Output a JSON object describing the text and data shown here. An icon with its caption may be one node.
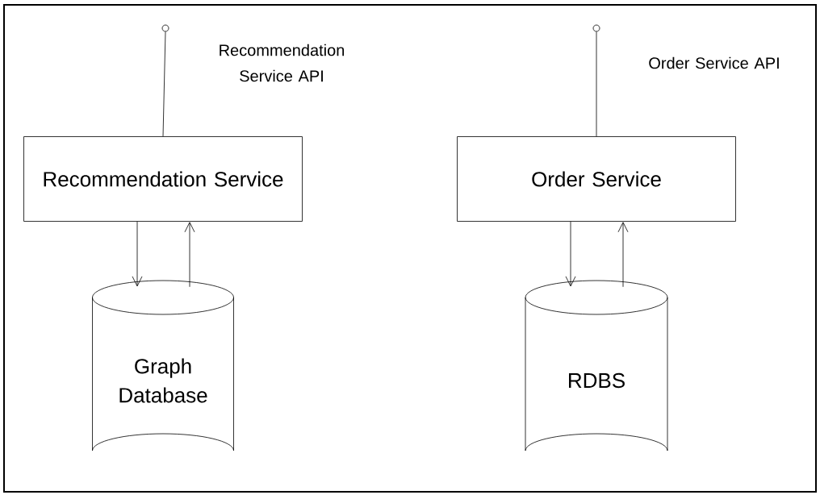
{
  "diagram": {
    "nodes": [
      {
        "text": [],
        "shape": "circle",
        "beside": [
          "Recommendation Service API"
        ]
      },
      {
        "text": [
          "Recommendation Service"
        ]
      },
      {
        "text": [
          "Graph Database"
        ]
      },
      {
        "text": [],
        "shape": "circle",
        "beside": [
          "Order Service API"
        ]
      },
      {
        "text": [
          "Order Service"
        ]
      },
      {
        "text": [
          "RDBS"
        ]
      }
    ],
    "edges": [
      {
        "from": 1,
        "to": 0,
        "arrow": "none"
      },
      {
        "from": 1,
        "to": 2,
        "arrow": "to"
      },
      {
        "from": 2,
        "to": 1,
        "arrow": "to"
      },
      {
        "from": 4,
        "to": 3,
        "arrow": "none"
      },
      {
        "from": 4,
        "to": 5,
        "arrow": "to"
      },
      {
        "from": 5,
        "to": 4,
        "arrow": "to"
      }
    ]
  }
}
